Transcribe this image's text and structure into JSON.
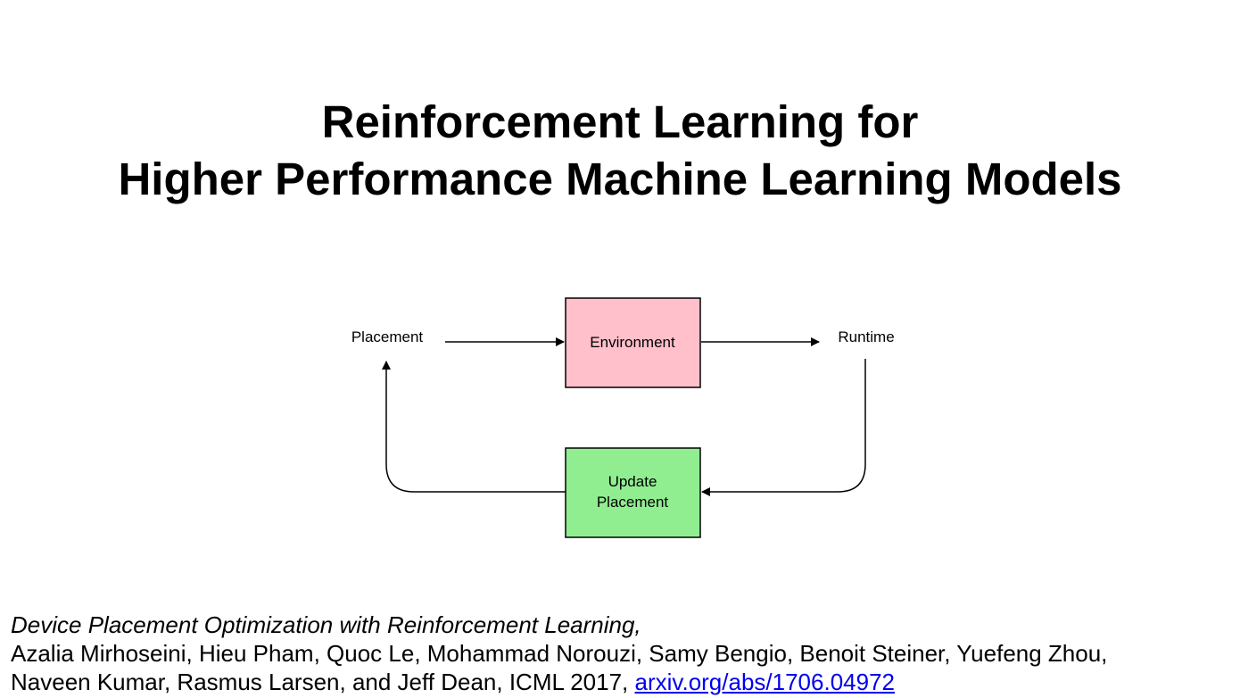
{
  "title": {
    "line1": "Reinforcement Learning for",
    "line2": "Higher Performance Machine Learning Models"
  },
  "diagram": {
    "placement_label": "Placement",
    "environment_label": "Environment",
    "runtime_label": "Runtime",
    "update_label_line1": "Update",
    "update_label_line2": "Placement",
    "colors": {
      "environment_fill": "#ffc0cb",
      "update_fill": "#90ee90"
    }
  },
  "citation": {
    "paper_title": "Device Placement Optimization with Reinforcement Learning,",
    "authors_line1": "Azalia Mirhoseini, Hieu Pham, Quoc Le, Mohammad Norouzi, Samy Bengio, Benoit Steiner, Yuefeng Zhou,",
    "authors_line2": "Naveen Kumar, Rasmus Larsen, and Jeff Dean, ICML 2017, ",
    "link_text": "arxiv.org/abs/1706.04972"
  }
}
